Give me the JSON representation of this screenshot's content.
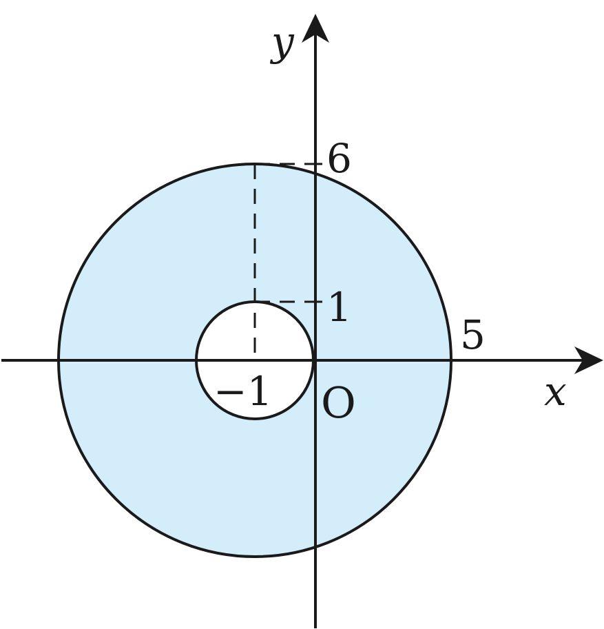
{
  "diagram": {
    "axis_labels": {
      "x": "x",
      "y": "y"
    },
    "origin_label": "O",
    "tick_labels": {
      "six": "6",
      "one": "1",
      "five": "5",
      "minus_one": "−1"
    },
    "colors": {
      "fill": "#d4edfb",
      "stroke": "#1a1a1a",
      "background": "#ffffff"
    }
  }
}
